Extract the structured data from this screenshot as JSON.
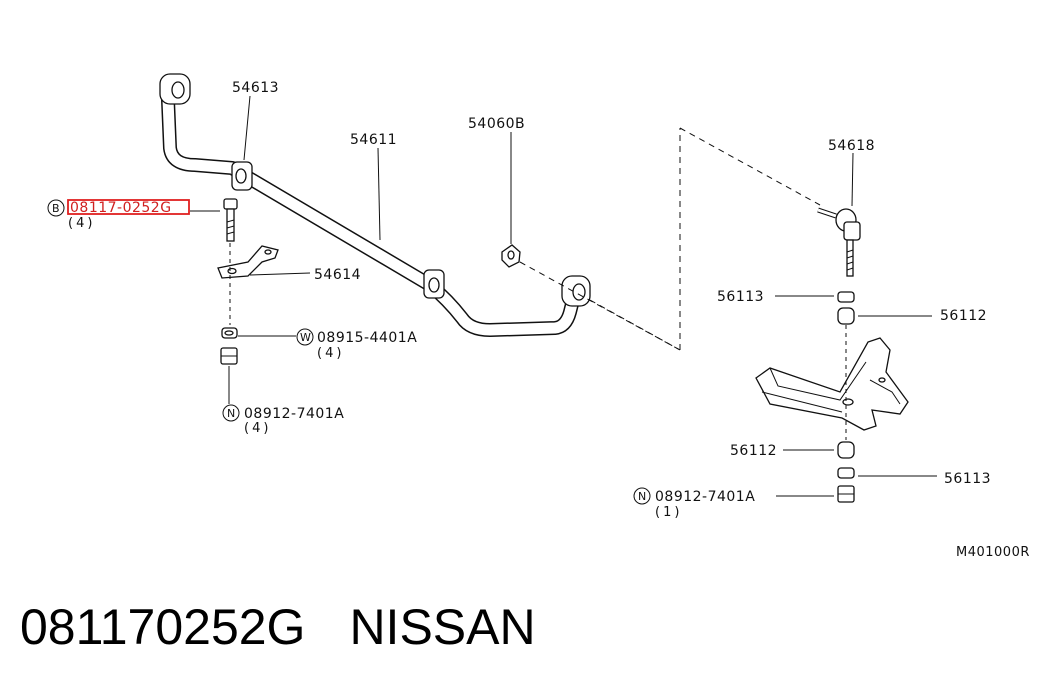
{
  "labels": {
    "p54613": "54613",
    "p54611": "54611",
    "p54060B": "54060B",
    "p54618": "54618",
    "p54614": "54614",
    "p56113_top": "56113",
    "p56112_top": "56112",
    "p56112_bottom": "56112",
    "p56113_bottom": "56113",
    "bolt": "08117-0252G",
    "bolt_qty": "(4)",
    "bolt_badge": "B",
    "washer": "08915-4401A",
    "washer_qty": "(4)",
    "washer_badge": "W",
    "nut_left": "08912-7401A",
    "nut_left_qty": "(4)",
    "nut_left_badge": "N",
    "nut_right": "08912-7401A",
    "nut_right_qty": "(1)",
    "nut_right_badge": "N",
    "figure_code": "M401000R"
  },
  "highlight_color": "#e02020",
  "footer": {
    "part_number": "081170252G",
    "brand": "NISSAN"
  }
}
